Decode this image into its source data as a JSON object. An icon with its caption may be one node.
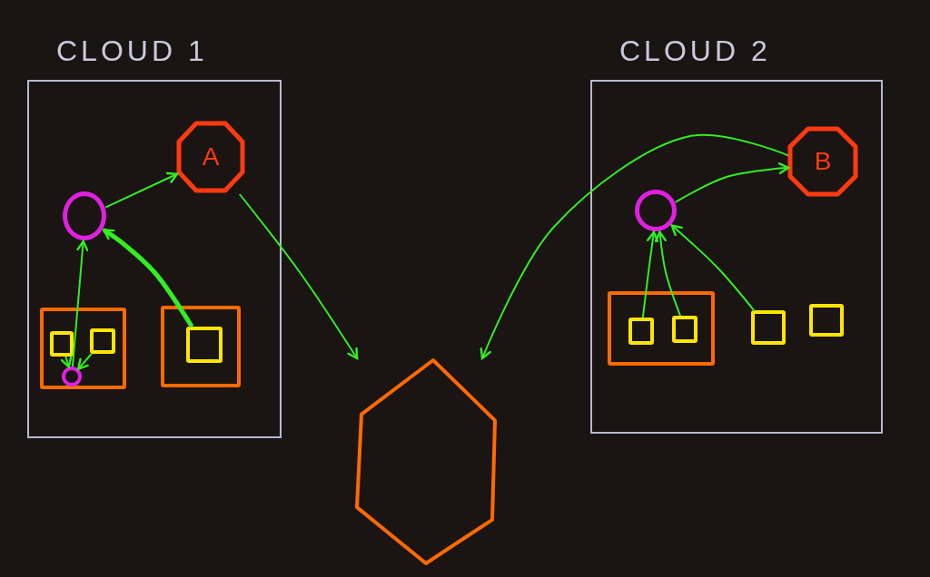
{
  "diagram": {
    "nodes": [
      {
        "text": [
          "CLOUD 1"
        ]
      },
      {
        "text": [],
        "shape": "circle",
        "in": 0
      },
      {
        "text": [
          "A"
        ],
        "in": 0
      },
      {
        "text": [],
        "shape": "box",
        "in": 0
      },
      {
        "text": [],
        "shape": "box",
        "in": 3
      },
      {
        "text": [],
        "shape": "box",
        "in": 3
      },
      {
        "text": [],
        "shape": "circle",
        "in": 3
      },
      {
        "text": [],
        "shape": "box",
        "in": 0
      },
      {
        "text": [],
        "shape": "box",
        "in": 7
      },
      {
        "text": [
          "CLOUD 2"
        ]
      },
      {
        "text": [],
        "shape": "circle",
        "in": 9
      },
      {
        "text": [
          "B"
        ],
        "in": 9
      },
      {
        "text": [],
        "shape": "box",
        "in": 9
      },
      {
        "text": [],
        "shape": "box",
        "in": 12
      },
      {
        "text": [],
        "shape": "box",
        "in": 12
      },
      {
        "text": [],
        "shape": "box",
        "in": 9
      },
      {
        "text": [],
        "shape": "box",
        "in": 9
      },
      {
        "text": [],
        "shape": "hexagon"
      }
    ],
    "edges": [
      {
        "from": 4,
        "to": 6,
        "arrow": "to"
      },
      {
        "from": 5,
        "to": 6,
        "arrow": "to"
      },
      {
        "from": 6,
        "to": 1,
        "arrow": "to"
      },
      {
        "from": 8,
        "to": 1,
        "arrow": "to",
        "style": "thick"
      },
      {
        "from": 1,
        "to": 2,
        "arrow": "to"
      },
      {
        "from": 2,
        "to": 17,
        "arrow": "to"
      },
      {
        "from": 13,
        "to": 10,
        "arrow": "to"
      },
      {
        "from": 14,
        "to": 10,
        "arrow": "to"
      },
      {
        "from": 15,
        "to": 10,
        "arrow": "to"
      },
      {
        "from": 10,
        "to": 11,
        "arrow": "to"
      },
      {
        "from": 11,
        "to": 17,
        "arrow": "to"
      }
    ]
  }
}
